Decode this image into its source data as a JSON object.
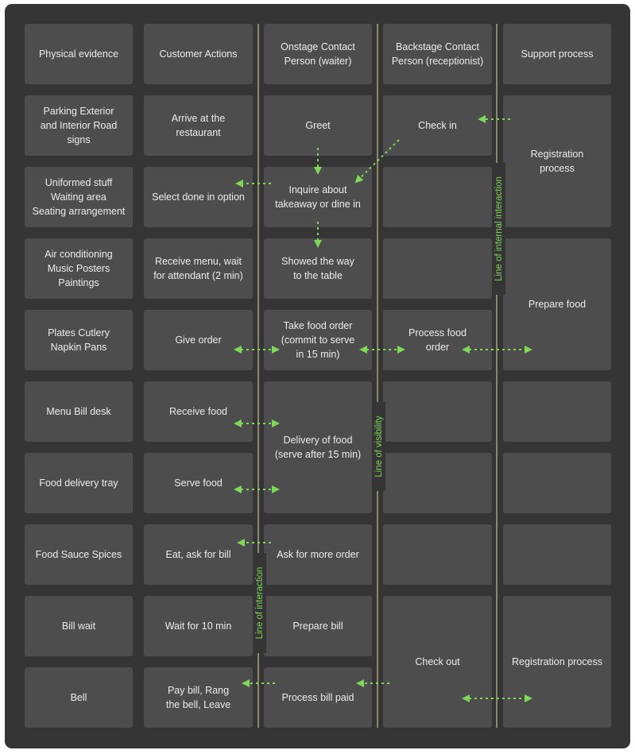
{
  "headers": [
    "Physical evidence",
    "Customer Actions",
    "Onstage Contact\nPerson (waiter)",
    "Backstage Contact\nPerson (receptionist)",
    "Support process"
  ],
  "physical_evidence": [
    "Parking Exterior\nand Interior Road signs",
    "Uniformed stuff\nWaiting area\nSeating arrangement",
    "Air conditioning\nMusic Posters\nPaintings",
    "Plates Cutlery\nNapkin Pans",
    "Menu Bill desk",
    "Food delivery tray",
    "Food Sauce Spices",
    "Bill wait",
    "Bell"
  ],
  "customer_actions": [
    "Arrive at the\nrestaurant",
    "Select done in option",
    "Receive menu, wait\nfor attendant (2 min)",
    "Give order",
    "Receive food",
    "Serve food",
    "Eat, ask for bill",
    "Wait for 10 min",
    "Pay bill, Rang\nthe bell, Leave"
  ],
  "onstage": {
    "greet": "Greet",
    "inquire": "Inquire about\ntakeaway or dine in",
    "showed": "Showed the way\nto the table",
    "take_order": "Take food order\n(commit to serve\nin 15 min)",
    "delivery": "Delivery of food\n(serve after 15 min)",
    "ask_more": "Ask for more order",
    "prepare_bill": "Prepare bill",
    "process_bill": "Process bill paid"
  },
  "backstage": {
    "check_in": "Check in",
    "process_food": "Process food\norder",
    "check_out": "Check out"
  },
  "support": {
    "registration": "Registration\nprocess",
    "prepare_food": "Prepare food",
    "registration_2": "Registration process"
  },
  "lines": {
    "interaction": "Line of interaction",
    "visibility": "Line of visibility",
    "internal": "Line of internal interaction"
  },
  "colors": {
    "board": "#353535",
    "cell": "#4d4d4d",
    "text": "#ececec",
    "arrow": "#7fd85a"
  }
}
